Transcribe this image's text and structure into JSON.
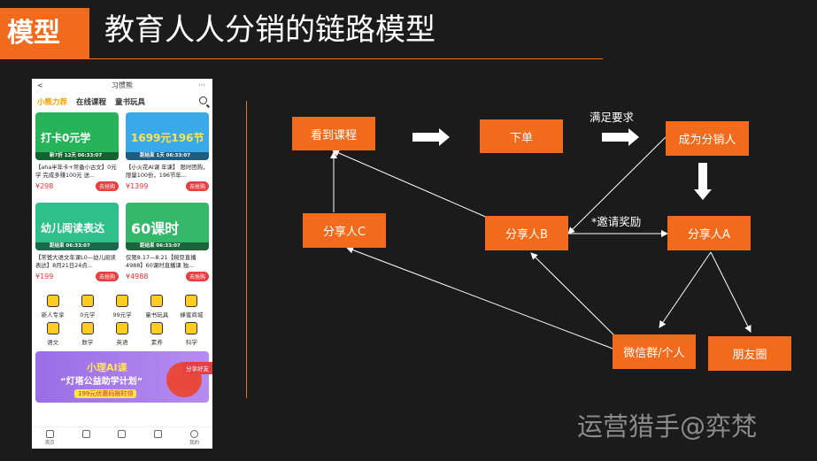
{
  "header": {
    "tag": "模型",
    "title": "教育人人分销的链路模型"
  },
  "phone": {
    "app_title": "习惯熊",
    "more": "···",
    "back": "<",
    "tabs": [
      "小熊力荐",
      "在线课程",
      "童书玩具"
    ],
    "cards": [
      {
        "banner_text": "打卡0元学",
        "strip": "新7折 12天 06:33:07",
        "desc": "【aha半年卡+常备小古文】0元学 完成多赚100元 送...",
        "price": "¥298",
        "buy": "去抢购",
        "color": "#27b35a"
      },
      {
        "banner_text": "1699元196节",
        "strip": "距结束 1天 06:33:07",
        "desc": "【小火花AI课 年课】 限时团购，限量100份，196节年...",
        "price": "¥1399",
        "buy": "去抢购",
        "color": "#3aa9e8"
      },
      {
        "banner_text": "幼儿阅读表达",
        "strip": "距结束 06:33:07",
        "desc": "【常爸大语文年课L0—幼儿阅读表达】8月21日24点...",
        "price": "¥199",
        "buy": "去抢购",
        "color": "#2fbf8a"
      },
      {
        "banner_text": "60课时",
        "strip": "距结束 06:33:07",
        "desc": "仅限8.17—8.21【婉豆直播4988】60课时直播课 独...",
        "price": "¥4988",
        "buy": "去抢购",
        "color": "#34b86a"
      }
    ],
    "icons": [
      "新人专享",
      "0元学",
      "99元学",
      "童书玩具",
      "蜂蜜商城",
      "语文",
      "数学",
      "英语",
      "素养",
      "科学"
    ],
    "banner": {
      "l1": "小理AI课",
      "l2": "“灯塔公益助学计划”",
      "l3": "199元优惠码限时领"
    },
    "share_pill": "分享好友",
    "tabbar": [
      "首页",
      "",
      "",
      "",
      ""
    ],
    "tabbar_last": "我的"
  },
  "diagram": {
    "nodes": {
      "see_course": "看到课程",
      "order": "下单",
      "distributor": "成为分销人",
      "sharer_c": "分享人C",
      "sharer_b": "分享人B",
      "sharer_a": "分享人A",
      "wechat_group": "微信群/个人",
      "moments": "朋友圈"
    },
    "labels": {
      "meet_requirement": "满足要求",
      "invite_reward": "*邀请奖励"
    }
  },
  "watermark": "运营猎手@弈梵",
  "colors": {
    "accent": "#f26b1d",
    "background": "#1b1b1b"
  }
}
